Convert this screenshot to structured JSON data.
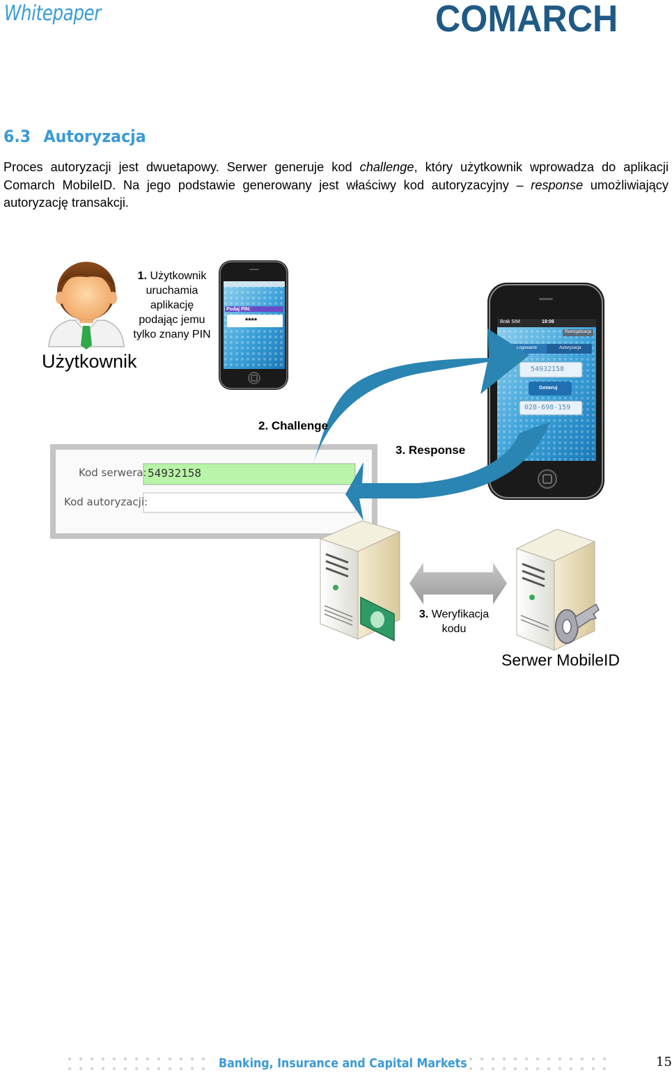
{
  "header": {
    "doc_type": "Whitepaper",
    "company_logo_text": "COMARCH"
  },
  "section": {
    "number": "6.3",
    "title": "Autoryzacja",
    "paragraph": {
      "part1": "Proces autoryzacji jest dwuetapowy. Serwer generuje kod ",
      "em1": "challenge",
      "part2": ", który użytkownik wprowadza do aplikacji Comarch MobileID. Na jego podstawie generowany jest właściwy kod autoryzacyjny – ",
      "em2": "response",
      "part3": " umożliwiający autoryzację transakcji."
    }
  },
  "diagram": {
    "user_label": "Użytkownik",
    "step1": {
      "number": "1.",
      "text": "Użytkownik uruchamia aplikację podając jemu tylko znany PIN"
    },
    "phone_small": {
      "pin_label": "Podaj PIN:",
      "pin_value": "****"
    },
    "phone_large": {
      "carrier": "Brak SIM",
      "time": "19:06",
      "reset_button": "Reinicjalizacja",
      "tab_login": "Logowanie",
      "tab_auth": "Autoryzacja",
      "challenge_value": "54932158",
      "generate_button": "Generuj",
      "response_value": "028-698-159"
    },
    "step2": "2. Challenge",
    "step3": "3. Response",
    "form": {
      "server_code_label": "Kod serwera:",
      "server_code_value": "54932158",
      "auth_code_label": "Kod autoryzacji:",
      "auth_code_value": ""
    },
    "step3_verify": {
      "number": "3.",
      "text": "Weryfikacja kodu"
    },
    "server_label": "Serwer MobileID"
  },
  "footer": {
    "tagline": "Banking, Insurance and Capital Markets",
    "page_number": "15"
  },
  "colors": {
    "brand_blue": "#3a9ad6",
    "logo_navy": "#1f5a86",
    "arrow_teal": "#2a85b2",
    "field_green": "#b8f5a8"
  }
}
